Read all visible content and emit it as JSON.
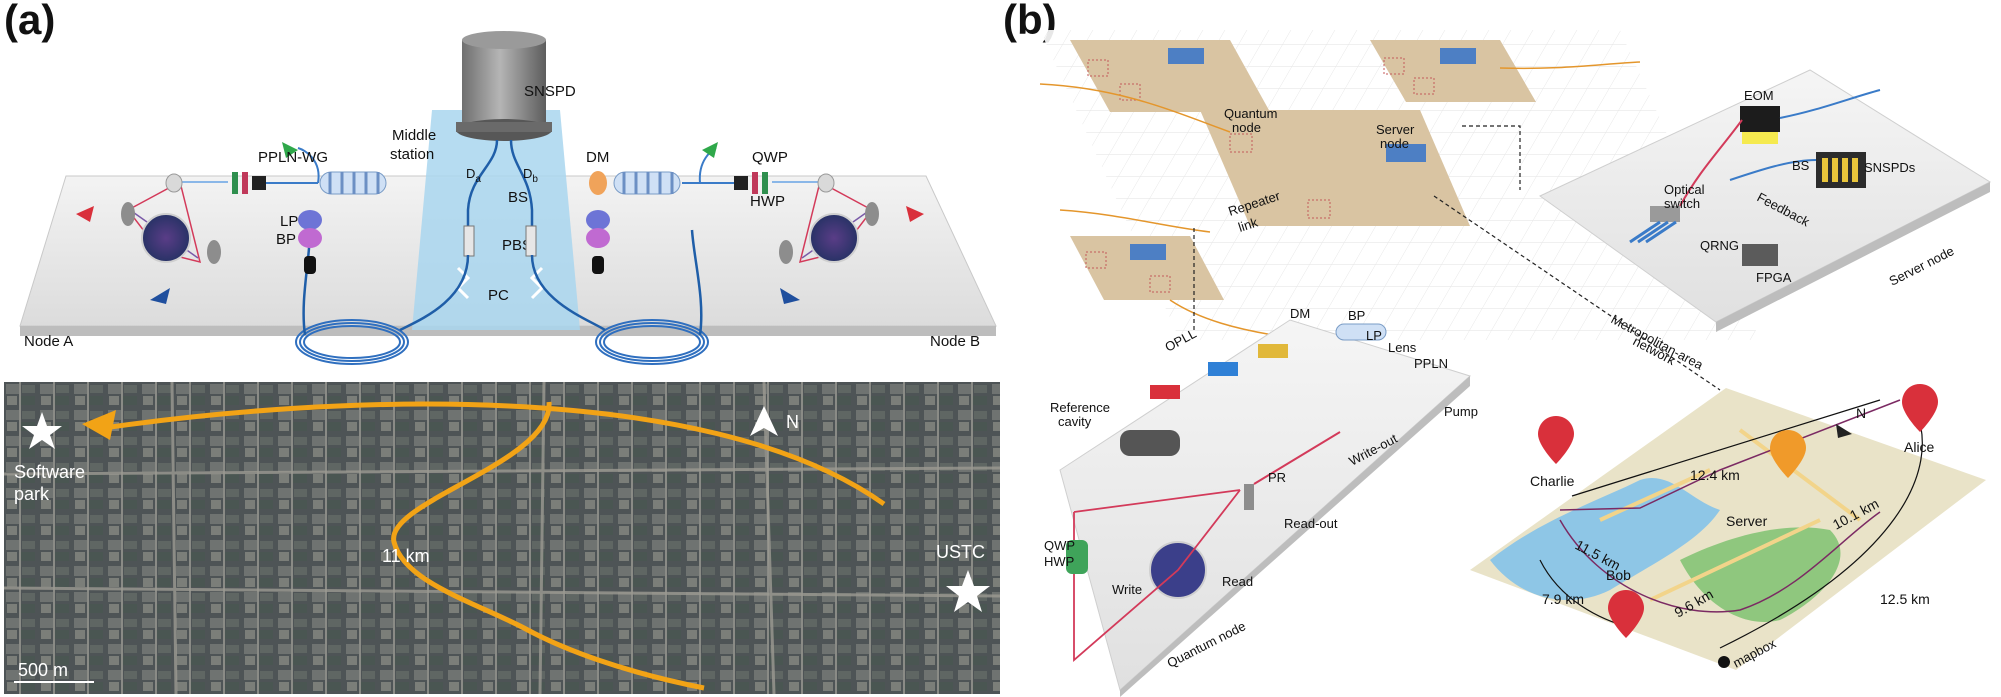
{
  "panel_a": {
    "label": "(a)",
    "setup": {
      "snspd": "SNSPD",
      "middle_station": [
        "Middle",
        "station"
      ],
      "da": "D",
      "da_sub": "a",
      "db": "D",
      "db_sub": "b",
      "bs": "BS",
      "pbs": "PBS",
      "pc": "PC",
      "ppln_wg": "PPLN-WG",
      "lp": "LP",
      "bp": "BP",
      "dm": "DM",
      "qwp": "QWP",
      "hwp": "HWP",
      "node_a": "Node A",
      "node_b": "Node B"
    },
    "map": {
      "software_park": [
        "Software",
        "park"
      ],
      "north": "N",
      "distance": "11 km",
      "ustc": "USTC",
      "scale": "500 m"
    }
  },
  "panel_b": {
    "label": "(b)",
    "network": {
      "quantum_node": [
        "Quantum",
        "node"
      ],
      "server_node": [
        "Server",
        "node"
      ],
      "repeater_link": [
        "Repeater",
        "link"
      ],
      "metro_network": [
        "Metropolitan-area",
        "network"
      ]
    },
    "server": {
      "eom": "EOM",
      "bs": "BS",
      "snspds": "SNSPDs",
      "feedback": "Feedback",
      "optical_switch": [
        "Optical",
        "switch"
      ],
      "qrng": "QRNG",
      "fpga": "FPGA",
      "server_node": "Server node"
    },
    "quantum_node_detail": {
      "dm": "DM",
      "bp": "BP",
      "lp": "LP",
      "lens": "Lens",
      "ppln": "PPLN",
      "opll": "OPLL",
      "reference_cavity": [
        "Reference",
        "cavity"
      ],
      "pump": "Pump",
      "pr": "PR",
      "write_out": "Write-out",
      "read_out": "Read-out",
      "qwp": "QWP",
      "hwp": "HWP",
      "write": "Write",
      "read": "Read",
      "quantum_node": "Quantum node"
    },
    "city_map": {
      "north": "N",
      "alice": "Alice",
      "charlie": "Charlie",
      "server": "Server",
      "bob": "Bob",
      "d_charlie_alice": "12.4 km",
      "d_charlie_server": "11.5 km",
      "d_server_alice": "10.1 km",
      "d_bob_server": "9.6 km",
      "d_charlie_bob": "7.9 km",
      "d_bob_alice": "12.5 km",
      "attribution": "mapbox"
    }
  }
}
